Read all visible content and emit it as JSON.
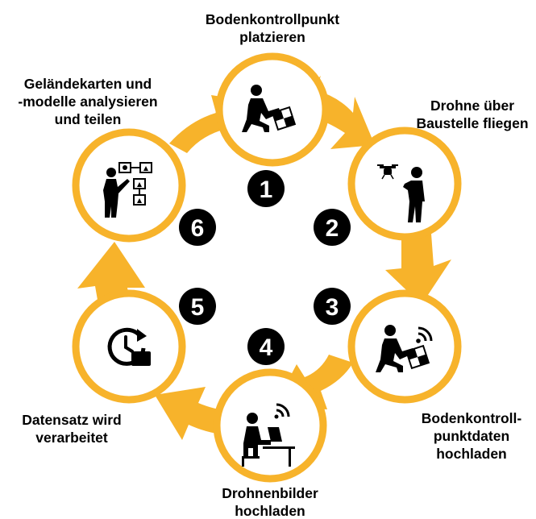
{
  "colors": {
    "accent": "#f7b32b",
    "circle_fill": "#ffffff",
    "badge_fill": "#000000",
    "badge_text": "#ffffff",
    "icon": "#000000"
  },
  "steps": [
    {
      "number": "1",
      "label_lines": [
        "Bodenkontrollpunkt",
        "platzieren"
      ],
      "icon": "person-placing-ground-control-point-icon"
    },
    {
      "number": "2",
      "label_lines": [
        "Drohne über",
        "Baustelle fliegen"
      ],
      "icon": "person-flying-drone-icon"
    },
    {
      "number": "3",
      "label_lines": [
        "Bodenkontroll-",
        "punktdaten",
        "hochladen"
      ],
      "icon": "ground-control-point-wireless-upload-icon"
    },
    {
      "number": "4",
      "label_lines": [
        "Drohnenbilder",
        "hochladen"
      ],
      "icon": "person-at-laptop-wireless-icon"
    },
    {
      "number": "5",
      "label_lines": [
        "Datensatz wird",
        "verarbeitet"
      ],
      "icon": "clock-24-hours-icon"
    },
    {
      "number": "6",
      "label_lines": [
        "Geländekarten und",
        "-modelle analysieren",
        "und teilen"
      ],
      "icon": "person-presenting-flowchart-icon"
    }
  ]
}
